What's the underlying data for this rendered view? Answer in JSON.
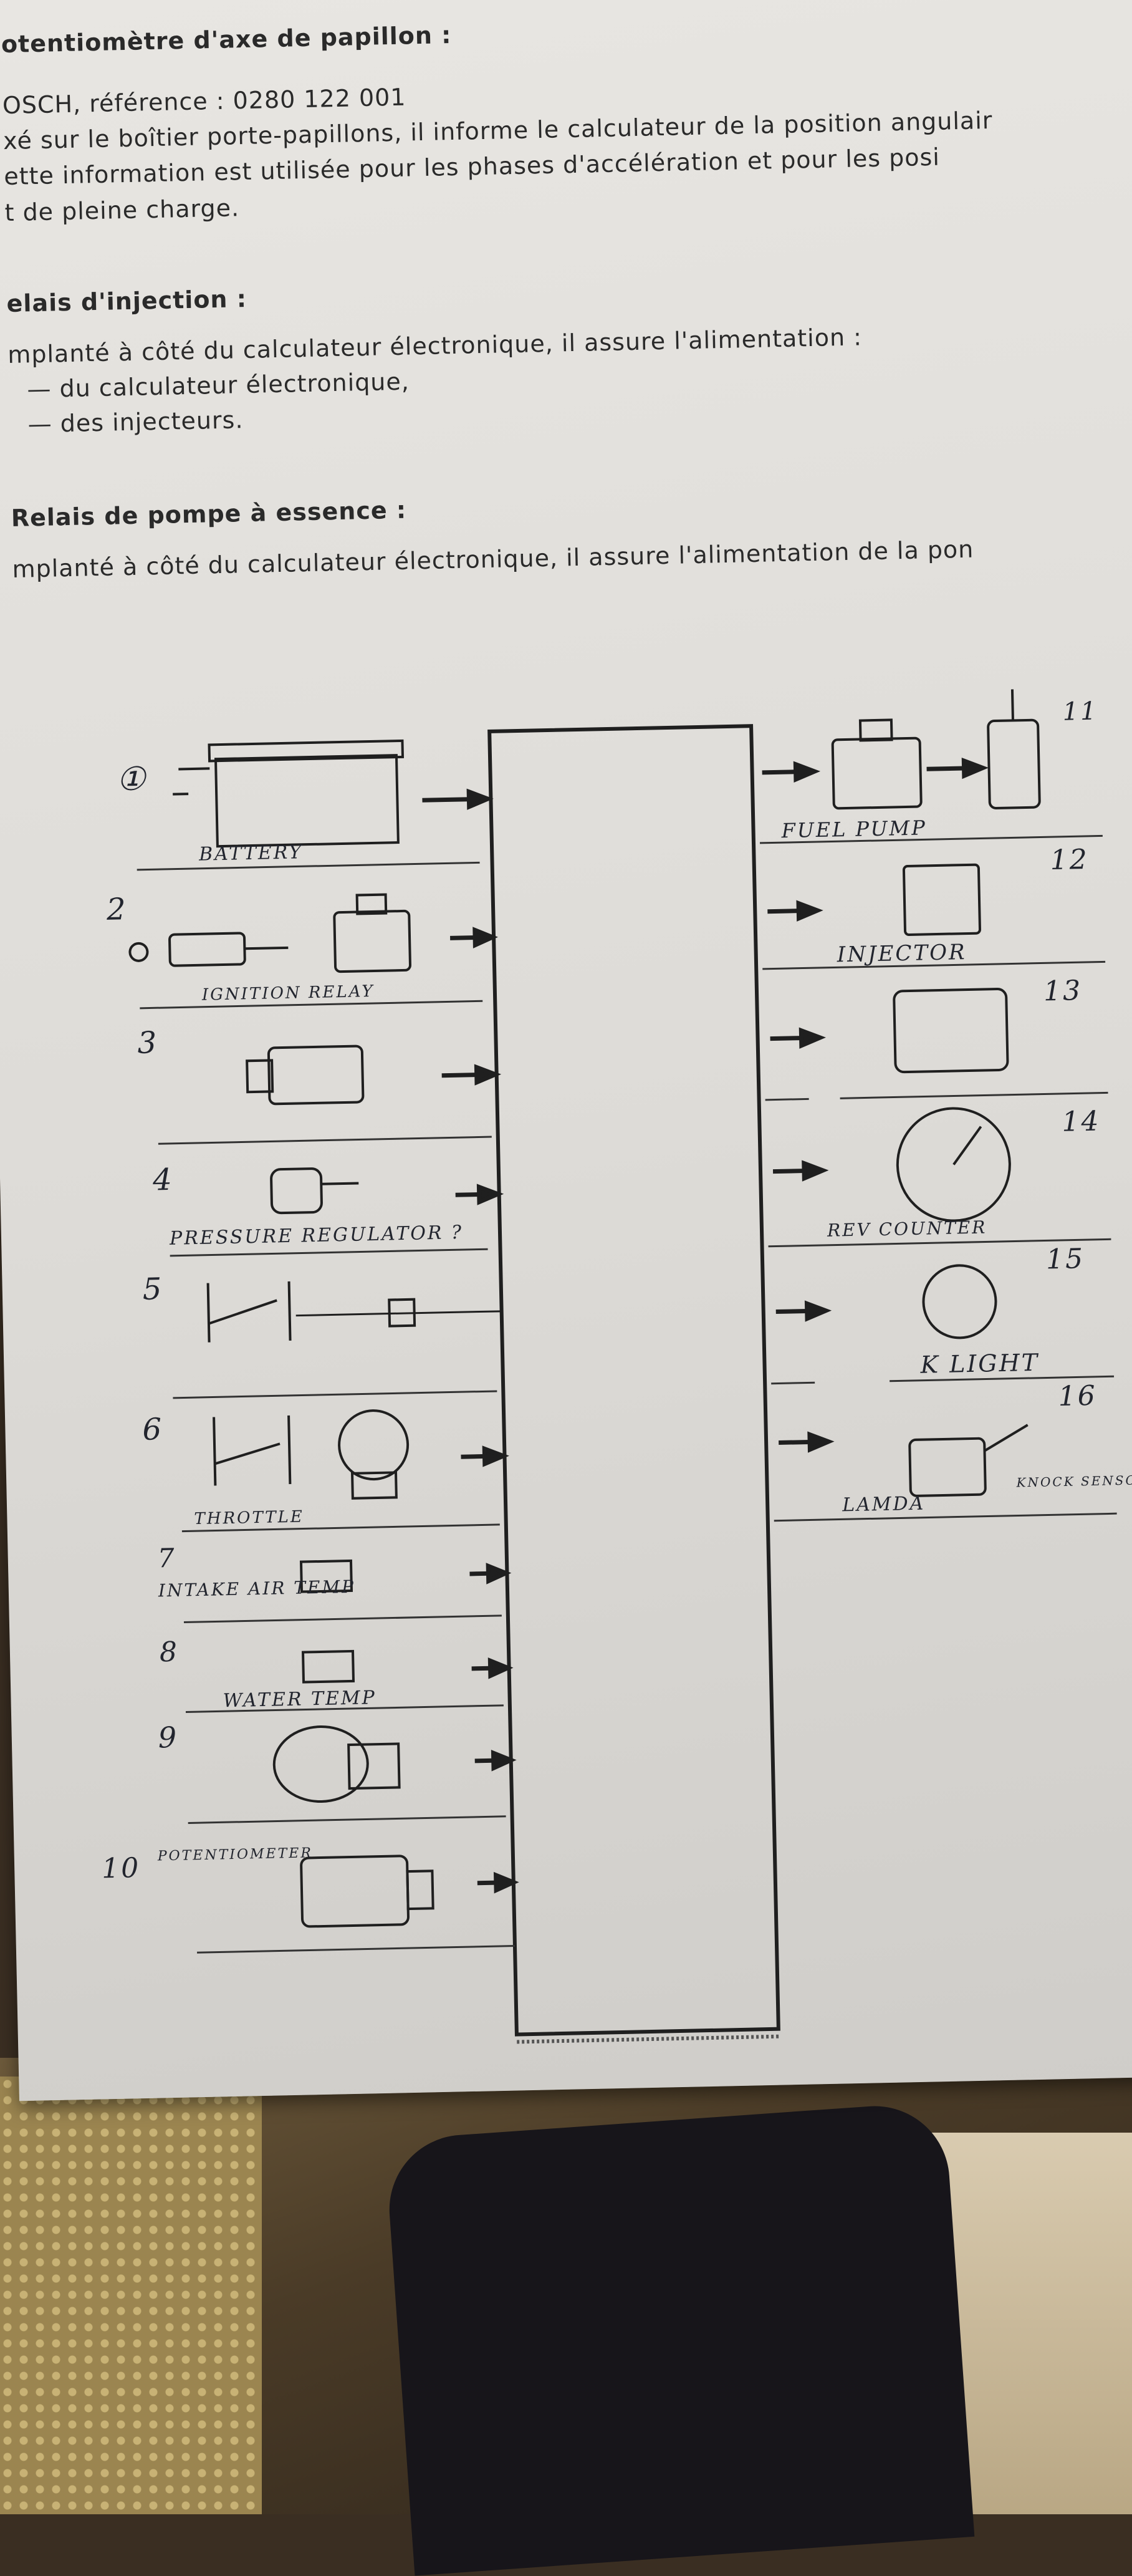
{
  "document": {
    "header_line1": "otentiomètre d'axe de papillon :",
    "line2": "OSCH, référence : 0280 122 001",
    "line3": "xé sur le boîtier porte-papillons, il informe le calculateur de la position angulair",
    "line4": "ette information est utilisée pour les phases d'accélération et pour les posi",
    "line5": "t de pleine charge.",
    "section_injection": "elais d'injection :",
    "injection_text": "mplanté à côté du calculateur électronique, il assure l'alimentation :",
    "injection_item1": "—  du calculateur électronique,",
    "injection_item2": "—  des injecteurs.",
    "section_pump": "Relais de pompe à essence :",
    "pump_text": "mplanté à côté du calculateur électronique, il assure l'alimentation de la pon"
  },
  "diagram": {
    "left": [
      {
        "num": "①",
        "label": "BATTERY"
      },
      {
        "num": "2",
        "label": "IGNITION RELAY"
      },
      {
        "num": "3",
        "label": ""
      },
      {
        "num": "4",
        "label": "PRESSURE REGULATOR ?"
      },
      {
        "num": "5",
        "label": ""
      },
      {
        "num": "6",
        "label": "THROTTLE"
      },
      {
        "num": "7",
        "label": "INTAKE AIR TEMP"
      },
      {
        "num": "8",
        "label": "WATER TEMP"
      },
      {
        "num": "9",
        "label": ""
      },
      {
        "num": "10",
        "label": "POTENTIOMETER"
      }
    ],
    "right": [
      {
        "num": "11",
        "label": "FUEL PUMP"
      },
      {
        "num": "12",
        "label": "INJECTOR"
      },
      {
        "num": "13",
        "label": ""
      },
      {
        "num": "14",
        "label": "REV COUNTER"
      },
      {
        "num": "15",
        "label": "K LIGHT"
      },
      {
        "num": "16",
        "label": "LAMDA"
      }
    ],
    "extra_note": "KNOCK SENSOR"
  },
  "colors": {
    "ink": "#2a2a2a",
    "pen": "#22252e",
    "paper": "#e3e1dd"
  }
}
